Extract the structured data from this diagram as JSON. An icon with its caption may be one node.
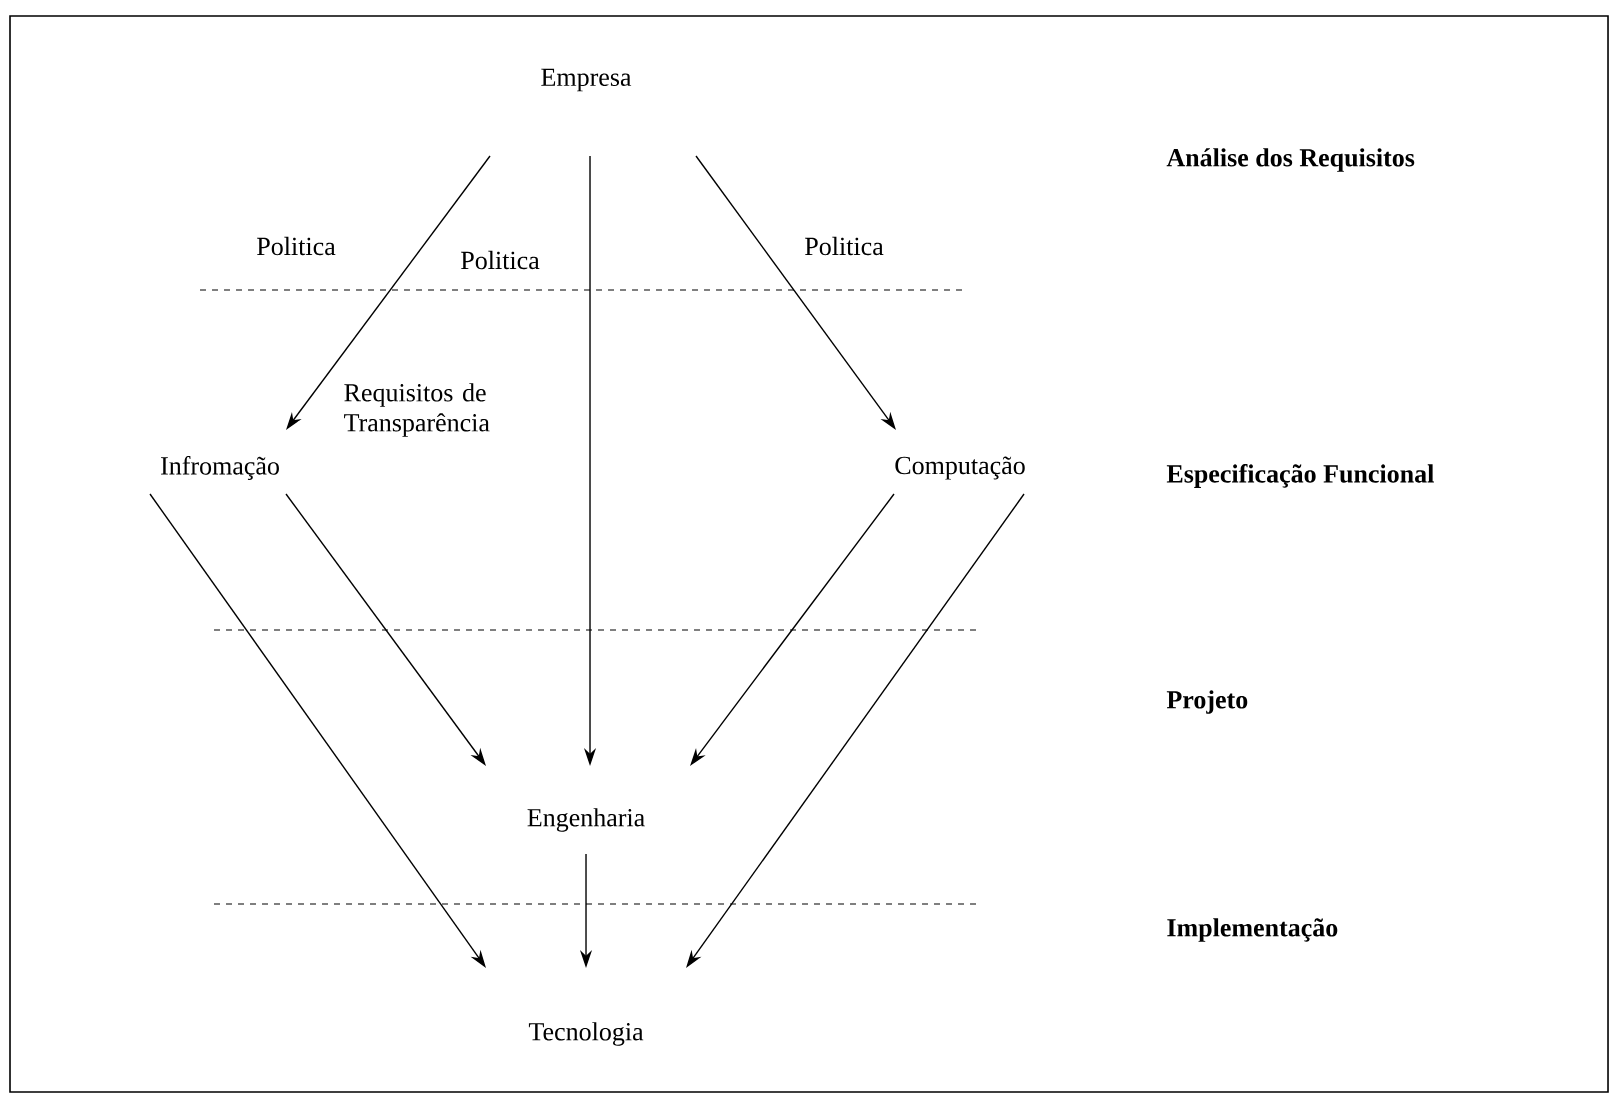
{
  "diagram": {
    "nodes": [
      {
        "text": [
          "Empresa"
        ]
      },
      {
        "text": [
          "Infromação"
        ]
      },
      {
        "text": [
          "Computação"
        ]
      },
      {
        "text": [
          "Engenharia"
        ]
      },
      {
        "text": [
          "Tecnologia"
        ]
      }
    ],
    "edges": [
      {
        "from": 0,
        "to": 1,
        "arrow": "to",
        "label": "Politica"
      },
      {
        "from": 0,
        "to": 3,
        "arrow": "to",
        "label": "Politica"
      },
      {
        "from": 0,
        "to": 2,
        "arrow": "to",
        "label": "Politica"
      },
      {
        "from": 1,
        "to": 4,
        "arrow": "to"
      },
      {
        "from": 1,
        "to": 3,
        "arrow": "to"
      },
      {
        "from": 2,
        "to": 3,
        "arrow": "to"
      },
      {
        "from": 2,
        "to": 4,
        "arrow": "to"
      },
      {
        "from": 3,
        "to": 4,
        "arrow": "to"
      }
    ],
    "labels": [
      "Análise dos Requisitos",
      "Requisitos de Transparência",
      "Especificação Funcional",
      "Projeto",
      "Implementação"
    ]
  }
}
